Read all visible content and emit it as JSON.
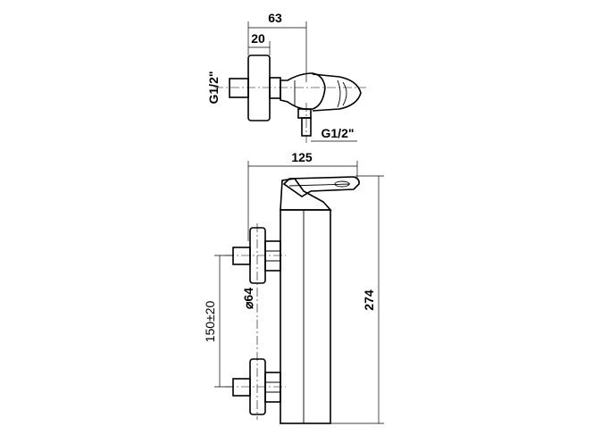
{
  "top_view": {
    "dim_overall_width": "63",
    "dim_plate_thickness": "20",
    "thread_inlet": "G1/2\"",
    "thread_outlet": "G1/2\""
  },
  "front_view": {
    "dim_projection": "125",
    "dim_height": "274",
    "dim_centres": "150±20",
    "dim_rosette_diameter": "⌀64"
  }
}
